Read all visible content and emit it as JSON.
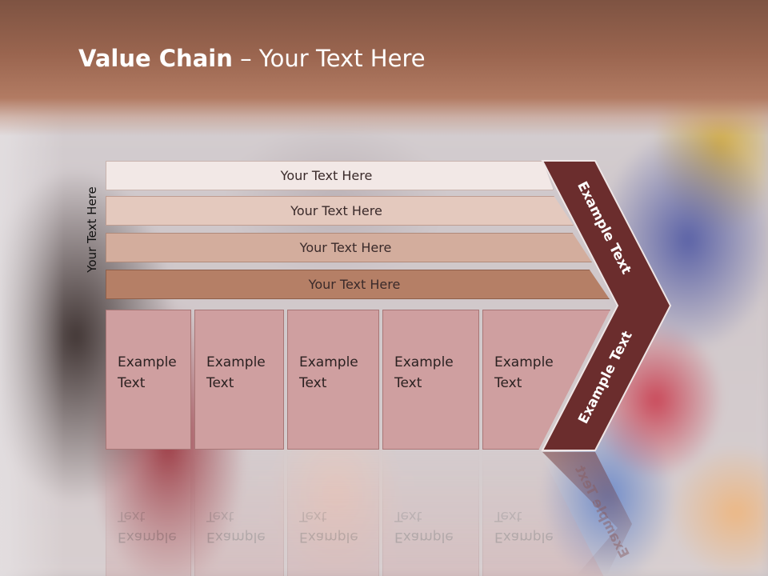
{
  "title": {
    "bold": "Value Chain",
    "rest": " – Your Text Here"
  },
  "side_label": "Your Text Here",
  "bars": [
    "Your Text Here",
    "Your Text Here",
    "Your Text Here",
    "Your Text Here"
  ],
  "boxes": [
    {
      "line1": "Example",
      "line2": "Text"
    },
    {
      "line1": "Example",
      "line2": "Text"
    },
    {
      "line1": "Example",
      "line2": "Text"
    },
    {
      "line1": "Example",
      "line2": "Text"
    },
    {
      "line1": "Example",
      "line2": "Text"
    }
  ],
  "chevron": {
    "top_label": "Example Text",
    "bottom_label": "Example Text"
  },
  "colors": {
    "header": "#9a654f",
    "chevron": "#6b2d2d",
    "box": "#cf9fa0",
    "bar_dark": "#b57f66"
  }
}
